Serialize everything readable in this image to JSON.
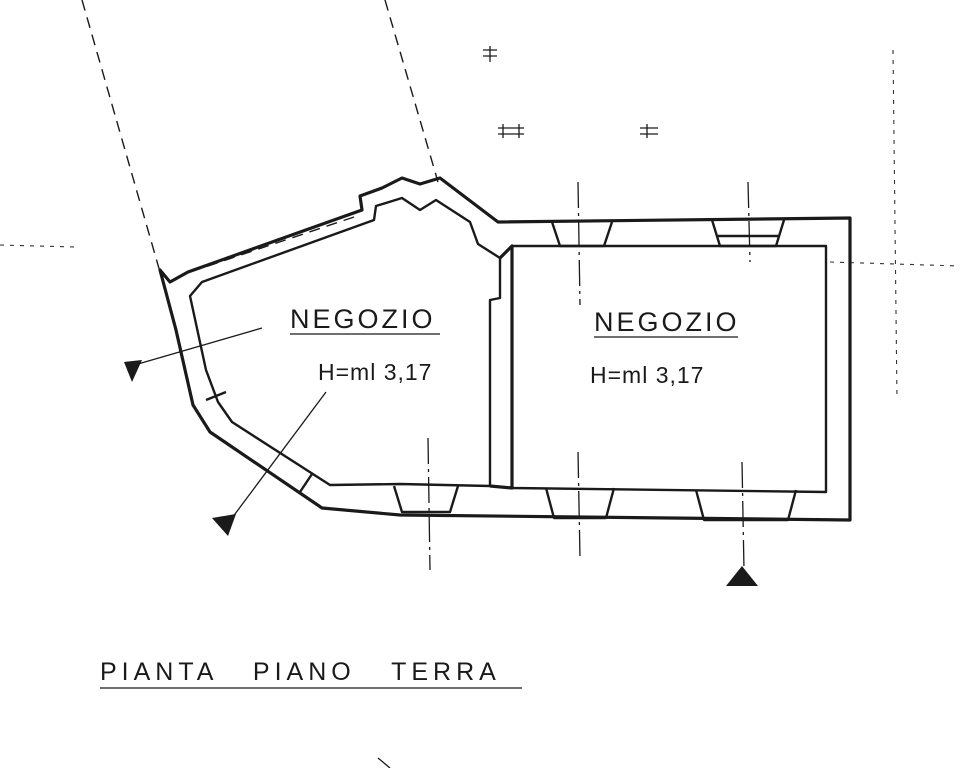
{
  "drawing": {
    "title": "PIANTA   PIANO   TERRA",
    "rooms": [
      {
        "name": "NEGOZIO",
        "height": "H=ml 3,17"
      },
      {
        "name": "NEGOZIO",
        "height": "H=ml 3,17"
      }
    ]
  }
}
